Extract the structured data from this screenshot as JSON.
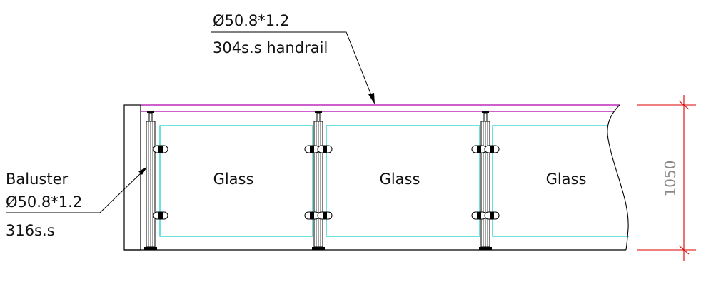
{
  "handrail_callout": {
    "line1": "Ø50.8*1.2",
    "line2": "304s.s handrail"
  },
  "baluster_callout": {
    "line1": "Baluster",
    "line2": "Ø50.8*1.2",
    "line3": "316s.s"
  },
  "panels": [
    {
      "label": "Glass"
    },
    {
      "label": "Glass"
    },
    {
      "label": "Glass"
    }
  ],
  "dimension": {
    "height": "1050"
  },
  "colors": {
    "handrail": "#b000b0",
    "glass": "#20d0d0",
    "dimension": "#dd0000",
    "outline": "#000000"
  }
}
